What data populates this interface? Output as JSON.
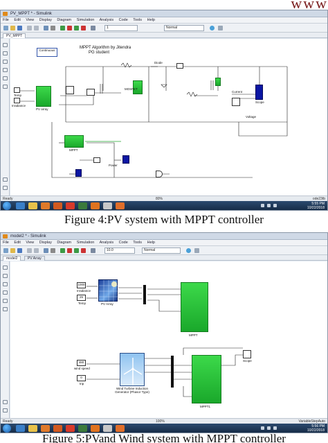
{
  "url_fragment": "www",
  "figure4": {
    "window_title": "PV_MPPT * - Simulink",
    "menu": [
      "File",
      "Edit",
      "View",
      "Display",
      "Diagram",
      "Simulation",
      "Analysis",
      "Code",
      "Tools",
      "Help"
    ],
    "sim_time": "1",
    "sim_mode": "Normal",
    "tab": "PV_MPPT",
    "model_title": "MPPT Algorithm by Jitendra",
    "model_subtitle": "PG student",
    "continuous_label": "Continuous",
    "blocks": {
      "temp": "Temp",
      "irradiance": "Irradiance",
      "pv_array": "PV array",
      "mppt": "MPPT",
      "scope": "Scope",
      "mosfet": "MOSFET",
      "diode": "Diode",
      "current": "Current",
      "voltage": "Voltage",
      "power": "Power"
    },
    "status_left": "Ready",
    "status_zoom": "80%",
    "status_right": "ode23tb",
    "clock_time": "5:55 PM",
    "clock_date": "10/22/2018",
    "caption": "Figure 4:PV system with MPPT controller"
  },
  "figure5": {
    "window_title": "model2 * - Simulink",
    "menu": [
      "File",
      "Edit",
      "View",
      "Display",
      "Diagram",
      "Simulation",
      "Analysis",
      "Code",
      "Tools",
      "Help"
    ],
    "sim_time": "10.0",
    "sim_mode": "Normal",
    "tabs": [
      "model2",
      "PV Array"
    ],
    "blocks": {
      "irradiance_value": "1000",
      "irradiance": "Irradiance",
      "temp_value": "25",
      "temp": "Temp",
      "pv_array": "PV Array",
      "mppt": "MPPT",
      "wind_value": "480",
      "wind_speed": "wind speed",
      "trip_value": "0",
      "trip": "trip",
      "wind_turbine": "Wind Turbine Induction Generator (Phasor Type)",
      "mppt1": "MPPT1",
      "scope": "Scope"
    },
    "status_left": "Ready",
    "status_zoom": "100%",
    "status_right": "VariableStepAuto",
    "clock_time": "5:56 PM",
    "clock_date": "10/22/2018",
    "caption": "Figure 5:PVand Wind system with MPPT controller"
  }
}
